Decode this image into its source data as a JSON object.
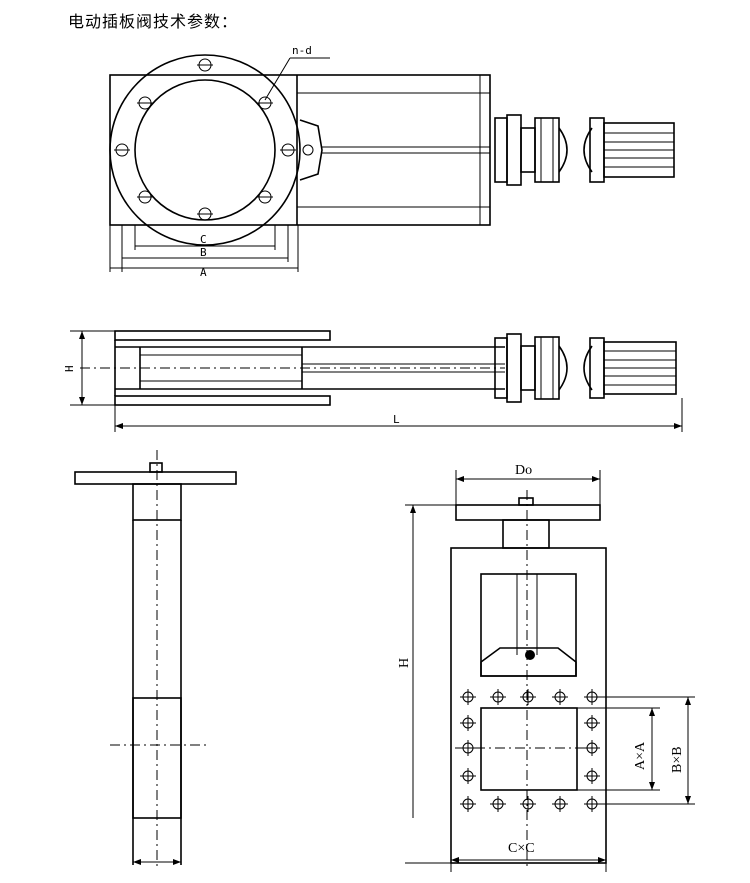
{
  "title": "电动插板阀技术参数：",
  "labels": {
    "top_nd": "n-d",
    "top_c": "C",
    "top_b": "B",
    "top_a": "A",
    "side_h": "H",
    "side_l": "L",
    "front_do": "Do",
    "front_h": "H",
    "front_axa": "A×A",
    "front_bxb": "B×B",
    "front_cxc": "C×C"
  }
}
